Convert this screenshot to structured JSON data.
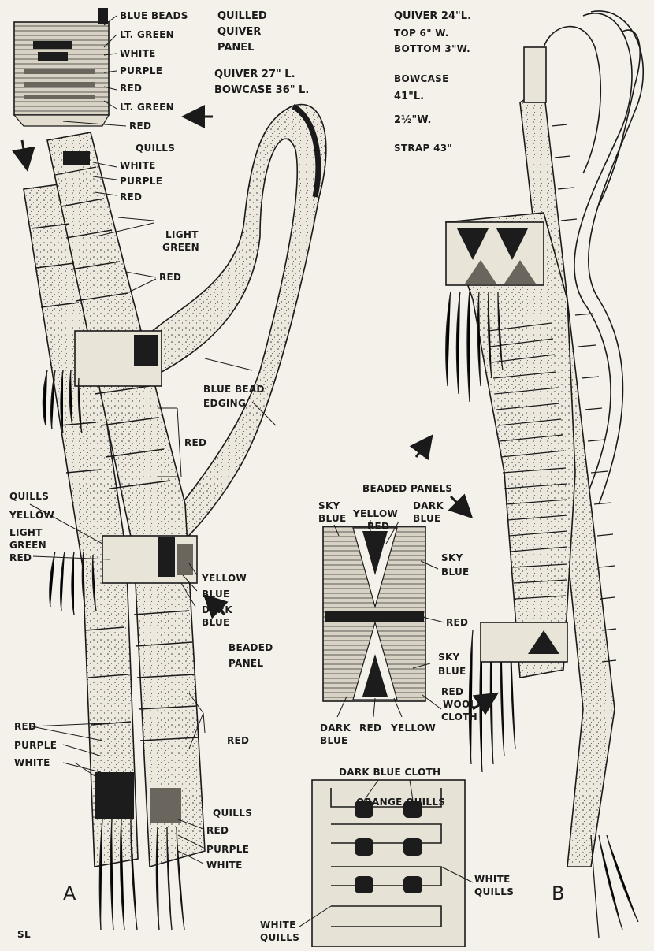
{
  "panelA": {
    "quiver_panel_labels": [
      "BLUE BEADS",
      "LT. GREEN",
      "WHITE",
      "PURPLE",
      "RED",
      "LT. GREEN",
      "RED"
    ],
    "quiver_panel_title": [
      "QUILLED",
      "QUIVER",
      "PANEL"
    ],
    "dimensions": [
      "QUIVER 27\" L.",
      "BOWCASE 36\" L."
    ],
    "upper_quills": [
      "QUILLS",
      "WHITE",
      "PURPLE",
      "RED"
    ],
    "light_green": [
      "LIGHT",
      "GREEN"
    ],
    "red": "RED",
    "bead_edging": [
      "BLUE BEAD",
      "EDGING"
    ],
    "red_mid": "RED",
    "left_quills": [
      "QUILLS",
      "YELLOW",
      "LIGHT",
      "GREEN",
      "RED"
    ],
    "beaded_panel_colors": [
      "YELLOW",
      "BLUE",
      "DARK",
      "BLUE"
    ],
    "beaded_panel": [
      "BEADED",
      "PANEL"
    ],
    "lower_left": [
      "RED",
      "PURPLE",
      "WHITE"
    ],
    "red_lower": "RED",
    "bottom_quills": [
      "QUILLS",
      "RED",
      "PURPLE",
      "WHITE"
    ],
    "letter": "A",
    "initials": "SL"
  },
  "panelB": {
    "dimensions": [
      "QUIVER 24\"L.",
      "TOP 6\" W.",
      "BOTTOM 3\"W.",
      "BOWCASE",
      "41\"L.",
      "2½\"W.",
      "STRAP 43\""
    ],
    "beaded_panels": "BEADED PANELS",
    "detail1": [
      "SKY",
      "BLUE",
      "YELLOW",
      "RED",
      "DARK",
      "BLUE",
      "SKY",
      "BLUE",
      "RED",
      "SKY",
      "BLUE",
      "RED",
      "WOOL",
      "CLOTH",
      "DARK",
      "BLUE",
      "RED",
      "YELLOW"
    ],
    "detail2": [
      "DARK BLUE CLOTH",
      "ORANGE QUILLS",
      "WHITE",
      "QUILLS",
      "WHITE",
      "QUILLS"
    ],
    "letter": "B"
  }
}
